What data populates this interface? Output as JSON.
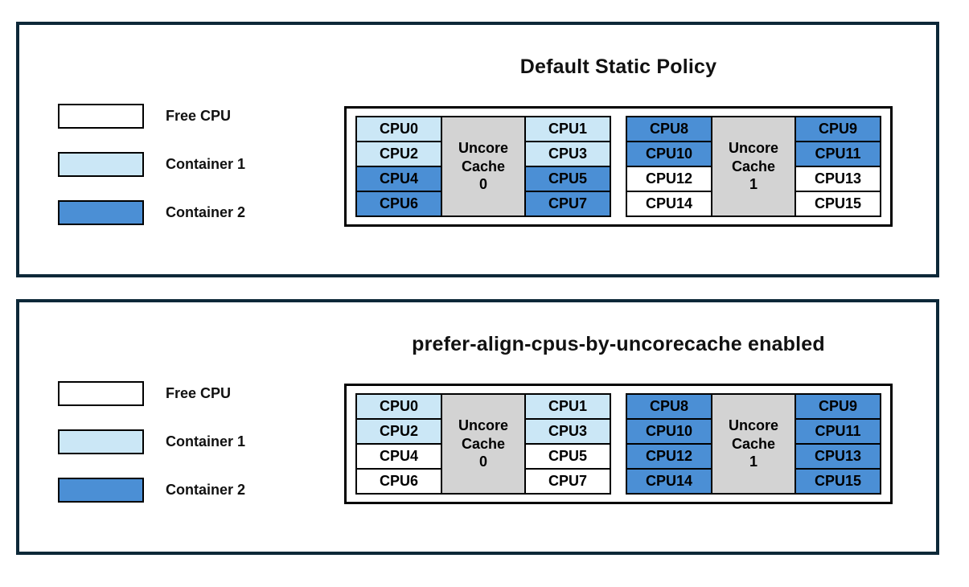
{
  "colors": {
    "free": "#ffffff",
    "container1": "#cbe7f6",
    "container2": "#4b8fd5",
    "uncore": "#d3d3d3",
    "panel_border": "#0d2838",
    "cell_border": "#000000"
  },
  "legend": {
    "items": [
      {
        "key": "free",
        "label": "Free CPU"
      },
      {
        "key": "container1",
        "label": "Container 1"
      },
      {
        "key": "container2",
        "label": "Container 2"
      }
    ]
  },
  "panels": [
    {
      "name": "policy-panel-default-static",
      "title": "Default Static Policy",
      "groups": [
        {
          "uncore_label": "Uncore\nCache\n0",
          "left_cpus": [
            {
              "label": "CPU0",
              "state": "container1"
            },
            {
              "label": "CPU2",
              "state": "container1"
            },
            {
              "label": "CPU4",
              "state": "container2"
            },
            {
              "label": "CPU6",
              "state": "container2"
            }
          ],
          "right_cpus": [
            {
              "label": "CPU1",
              "state": "container1"
            },
            {
              "label": "CPU3",
              "state": "container1"
            },
            {
              "label": "CPU5",
              "state": "container2"
            },
            {
              "label": "CPU7",
              "state": "container2"
            }
          ]
        },
        {
          "uncore_label": "Uncore\nCache\n1",
          "left_cpus": [
            {
              "label": "CPU8",
              "state": "container2"
            },
            {
              "label": "CPU10",
              "state": "container2"
            },
            {
              "label": "CPU12",
              "state": "free"
            },
            {
              "label": "CPU14",
              "state": "free"
            }
          ],
          "right_cpus": [
            {
              "label": "CPU9",
              "state": "container2"
            },
            {
              "label": "CPU11",
              "state": "container2"
            },
            {
              "label": "CPU13",
              "state": "free"
            },
            {
              "label": "CPU15",
              "state": "free"
            }
          ]
        }
      ]
    },
    {
      "name": "policy-panel-prefer-align-uncorecache",
      "title": "prefer-align-cpus-by-uncorecache enabled",
      "groups": [
        {
          "uncore_label": "Uncore\nCache\n0",
          "left_cpus": [
            {
              "label": "CPU0",
              "state": "container1"
            },
            {
              "label": "CPU2",
              "state": "container1"
            },
            {
              "label": "CPU4",
              "state": "free"
            },
            {
              "label": "CPU6",
              "state": "free"
            }
          ],
          "right_cpus": [
            {
              "label": "CPU1",
              "state": "container1"
            },
            {
              "label": "CPU3",
              "state": "container1"
            },
            {
              "label": "CPU5",
              "state": "free"
            },
            {
              "label": "CPU7",
              "state": "free"
            }
          ]
        },
        {
          "uncore_label": "Uncore\nCache\n1",
          "left_cpus": [
            {
              "label": "CPU8",
              "state": "container2"
            },
            {
              "label": "CPU10",
              "state": "container2"
            },
            {
              "label": "CPU12",
              "state": "container2"
            },
            {
              "label": "CPU14",
              "state": "container2"
            }
          ],
          "right_cpus": [
            {
              "label": "CPU9",
              "state": "container2"
            },
            {
              "label": "CPU11",
              "state": "container2"
            },
            {
              "label": "CPU13",
              "state": "container2"
            },
            {
              "label": "CPU15",
              "state": "container2"
            }
          ]
        }
      ]
    }
  ]
}
